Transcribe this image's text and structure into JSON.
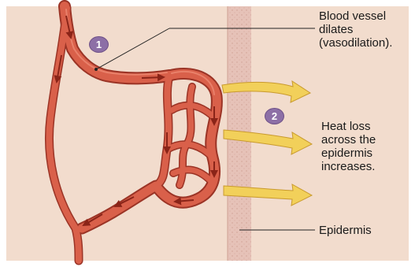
{
  "labels": {
    "vasodilation": [
      "Blood vessel",
      "dilates",
      "(vasodilation)."
    ],
    "heat_loss": [
      "Heat loss",
      "across the",
      "epidermis",
      "increases."
    ],
    "epidermis": "Epidermis"
  },
  "markers": {
    "step1": "1",
    "step2": "2"
  },
  "colors": {
    "background": "#f2dccd",
    "epidermis": "#e3bcb1",
    "vessel": "#d9604a",
    "vessel_dark": "#9b3426",
    "flow_arrow": "#8a2418",
    "heat_arrow": "#f2d05a",
    "marker": "#8d6fa6"
  }
}
